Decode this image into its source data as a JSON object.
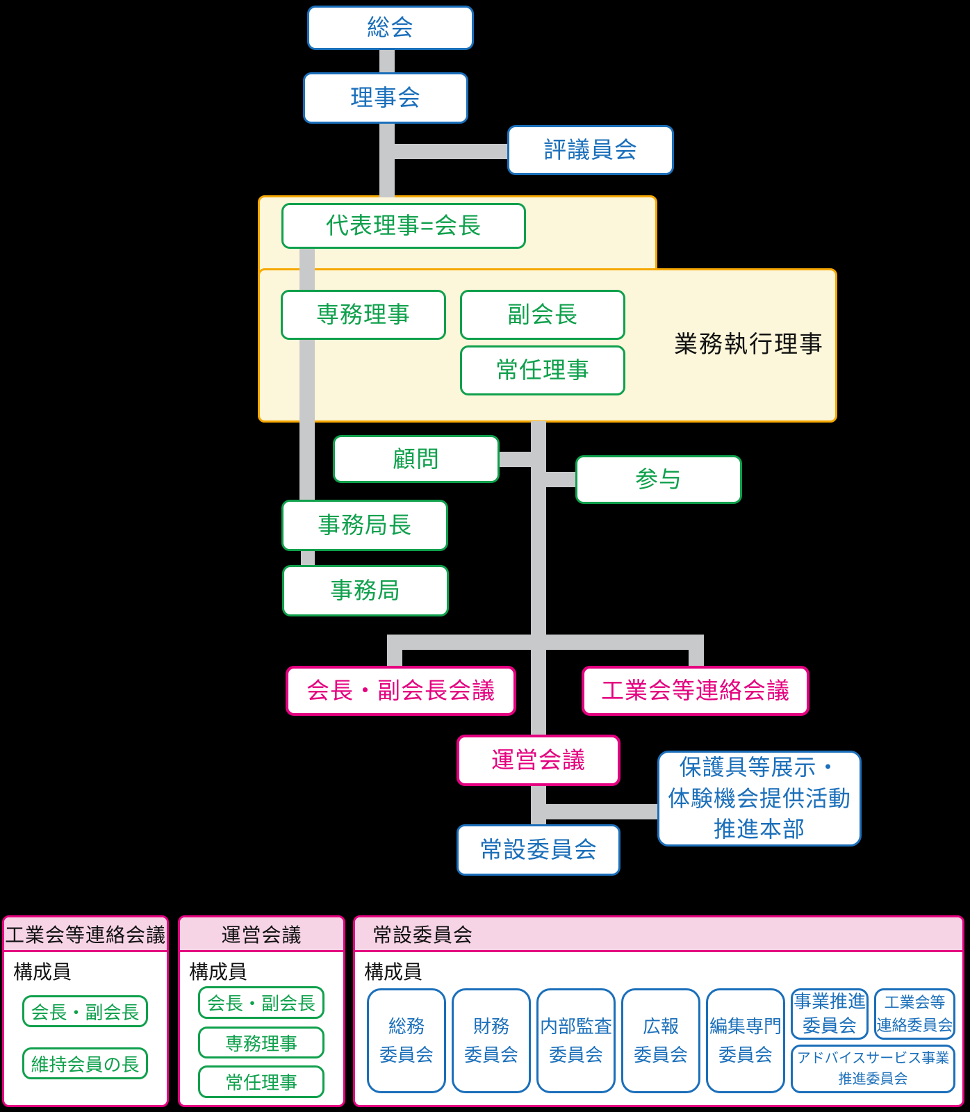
{
  "colors": {
    "blue": "#1b6fba",
    "green": "#0fa04c",
    "pink": "#e4007f",
    "orange": "#f6a800",
    "panel_yellow": "#fcf6da",
    "header_pink": "#f7d3e6",
    "connector_gray": "#c8c9ca",
    "background": "#000000"
  },
  "flow": {
    "general_meeting": "総会",
    "board": "理事会",
    "councilors": "評議員会",
    "representative": "代表理事=会長",
    "senior_managing": "専務理事",
    "vice_president": "副会長",
    "standing_director": "常任理事",
    "executive_label": "業務執行理事",
    "advisor": "顧問",
    "counselor": "参与",
    "secretary_general": "事務局長",
    "secretariat": "事務局",
    "president_vp_meeting": "会長・副会長会議",
    "industry_liaison_meeting": "工業会等連絡会議",
    "steering_meeting": "運営会議",
    "ppe_hq_line1": "保護具等展示・",
    "ppe_hq_line2": "体験機会提供活動",
    "ppe_hq_line3": "推進本部",
    "standing_committee": "常設委員会"
  },
  "panels": {
    "members_label": "構成員",
    "industry_liaison": {
      "title": "工業会等連絡会議",
      "members": [
        "会長・副会長",
        "維持会員の長"
      ]
    },
    "steering": {
      "title": "運営会議",
      "members": [
        "会長・副会長",
        "専務理事",
        "常任理事"
      ]
    },
    "standing": {
      "title": "常設委員会",
      "committees_tall": [
        [
          "総務",
          "委員会"
        ],
        [
          "財務",
          "委員会"
        ],
        [
          "内部監査",
          "委員会"
        ],
        [
          "広報",
          "委員会"
        ],
        [
          "編集専門",
          "委員会"
        ]
      ],
      "committees_small": [
        [
          "事業推進",
          "委員会"
        ],
        [
          "工業会等",
          "連絡委員会"
        ]
      ],
      "committee_wide": [
        "アドバイスサービス事業",
        "推進委員会"
      ]
    }
  }
}
